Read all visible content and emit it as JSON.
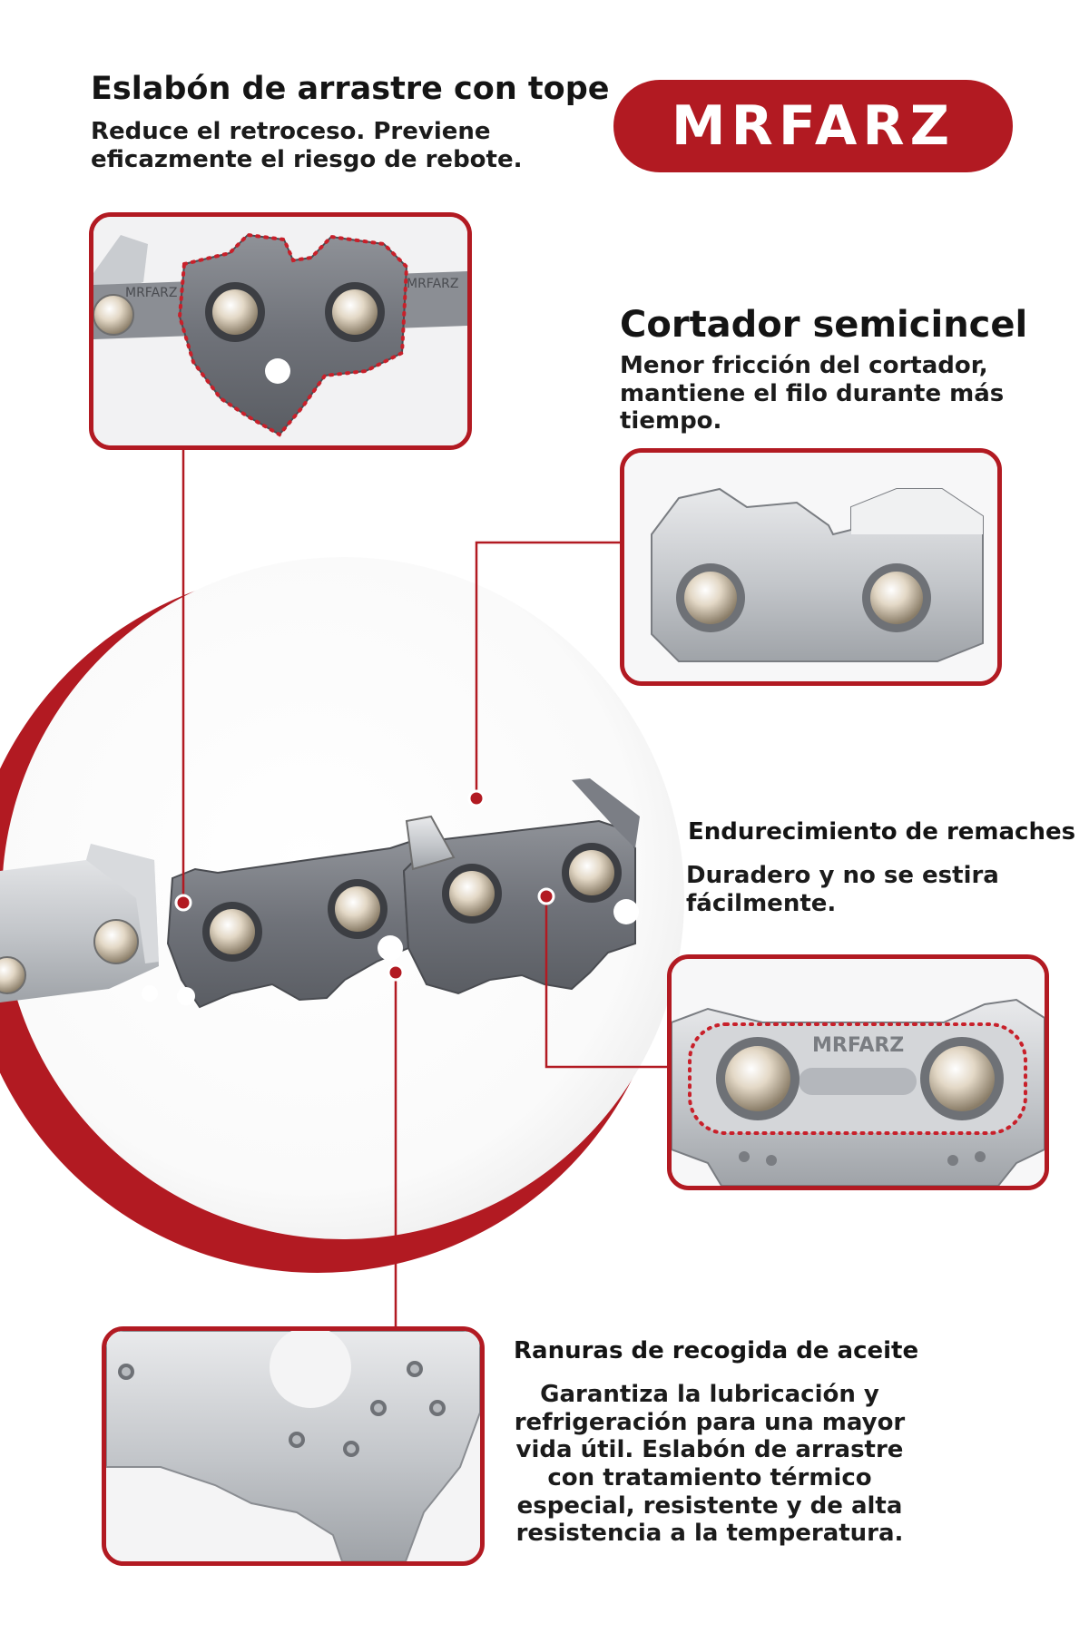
{
  "brand": {
    "logo_text": "MRFARZ",
    "color_primary": "#b21a22",
    "color_text": "#141414"
  },
  "features": [
    {
      "title": "Eslabón de arrastre con tope",
      "description": "Reduce el retroceso. Previene eficazmente el riesgo de rebote."
    },
    {
      "title": "Cortador semicincel",
      "description": "Menor fricción del cortador, mantiene el filo durante más tiempo."
    },
    {
      "title": "Endurecimiento de remaches",
      "description": "Duradero y no se estira fácilmente."
    },
    {
      "title": "Ranuras de recogida de aceite",
      "description": "Garantiza la lubricación y refrigeración para una mayor vida útil. Eslabón de arrastre con tratamiento térmico especial, resistente y de alta resistencia a la temperatura."
    }
  ],
  "icons": {
    "chain": "chainsaw-chain-photo",
    "drive_link": "drive-link-photo",
    "cutter": "semi-chisel-cutter-photo",
    "rivet": "rivet-link-photo",
    "oil": "oil-groove-photo"
  }
}
